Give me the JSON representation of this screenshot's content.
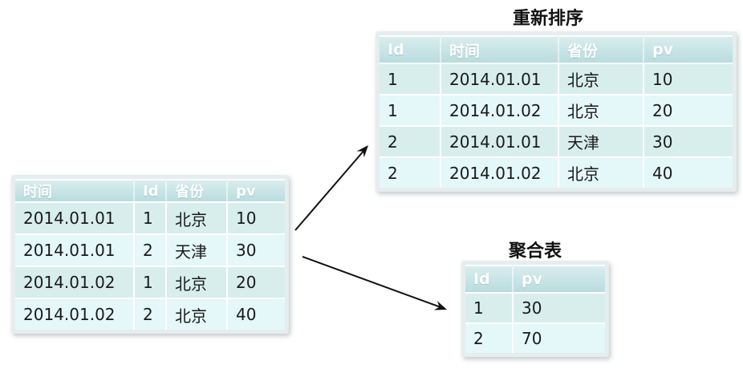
{
  "source_table": {
    "columns": [
      "时间",
      "Id",
      "省份",
      "pv"
    ],
    "rows": [
      [
        "2014.01.01",
        "1",
        "北京",
        "10"
      ],
      [
        "2014.01.01",
        "2",
        "天津",
        "30"
      ],
      [
        "2014.01.02",
        "1",
        "北京",
        "20"
      ],
      [
        "2014.01.02",
        "2",
        "北京",
        "40"
      ]
    ]
  },
  "sorted_table": {
    "title": "重新排序",
    "columns": [
      "Id",
      "时间",
      "省份",
      "pv"
    ],
    "rows": [
      [
        "1",
        "2014.01.01",
        "北京",
        "10"
      ],
      [
        "1",
        "2014.01.02",
        "北京",
        "20"
      ],
      [
        "2",
        "2014.01.01",
        "天津",
        "30"
      ],
      [
        "2",
        "2014.01.02",
        "北京",
        "40"
      ]
    ]
  },
  "aggregate_table": {
    "title": "聚合表",
    "columns": [
      "Id",
      "pv"
    ],
    "rows": [
      [
        "1",
        "30"
      ],
      [
        "2",
        "70"
      ]
    ]
  },
  "colors": {
    "header_gradient_top": "#d9edee",
    "header_gradient_bottom": "#b9dcdf",
    "row_odd": "#d8eeec",
    "row_even": "#e4f7f9",
    "frame": "#e6edee",
    "header_text": "#ffffff",
    "body_text": "#1a1a1a",
    "arrow": "#111111"
  }
}
